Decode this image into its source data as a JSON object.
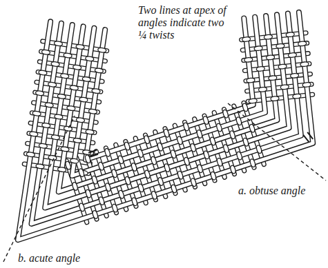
{
  "diagram": {
    "labels": [
      "Two lines at apex of angles indicate two ¼ twists",
      "a. obtuse angle",
      "b. acute angle"
    ]
  }
}
